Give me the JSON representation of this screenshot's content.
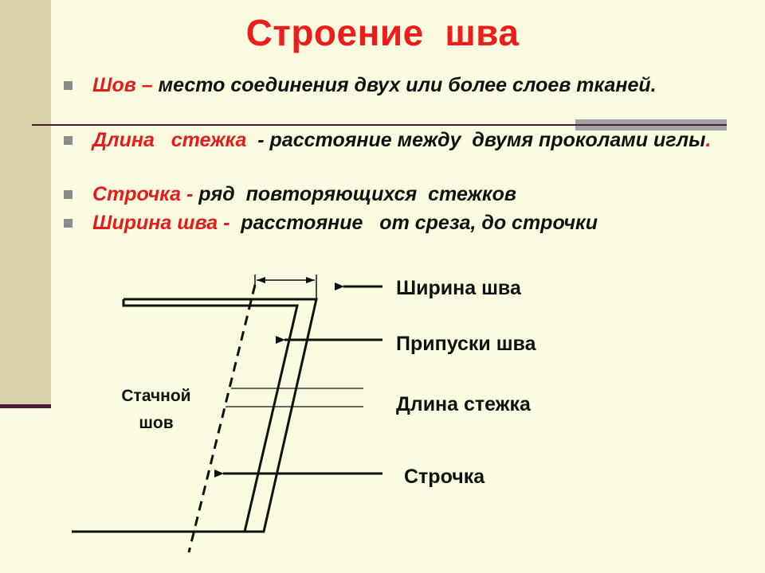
{
  "slide": {
    "title": "Строение  шва",
    "bullets": [
      {
        "term": "Шов – ",
        "definition": "место соединения двух или более слоев тканей."
      },
      {
        "term": "Длина   стежка ",
        "definition": " - расстояние между  двумя проколами иглы",
        "trailing": "."
      },
      {
        "term": "Строчка - ",
        "definition": "ряд  повторяющихся  стежков"
      },
      {
        "term": "Ширина шва - ",
        "definition": " расстояние   от среза, до строчки"
      }
    ]
  },
  "diagram": {
    "inside_label_line1": "Стачной",
    "inside_label_line2": "шов",
    "callouts": {
      "seam_width": "Ширина шва",
      "seam_allowance": "Припуски шва",
      "stitch_length": "Длина стежка",
      "stitch_line": "Строчка"
    }
  },
  "colors": {
    "background": "#fbfbdf",
    "sidebar": "#d6d1a6",
    "accent_red": "#e21d1d",
    "divider": "#4a1a38"
  }
}
